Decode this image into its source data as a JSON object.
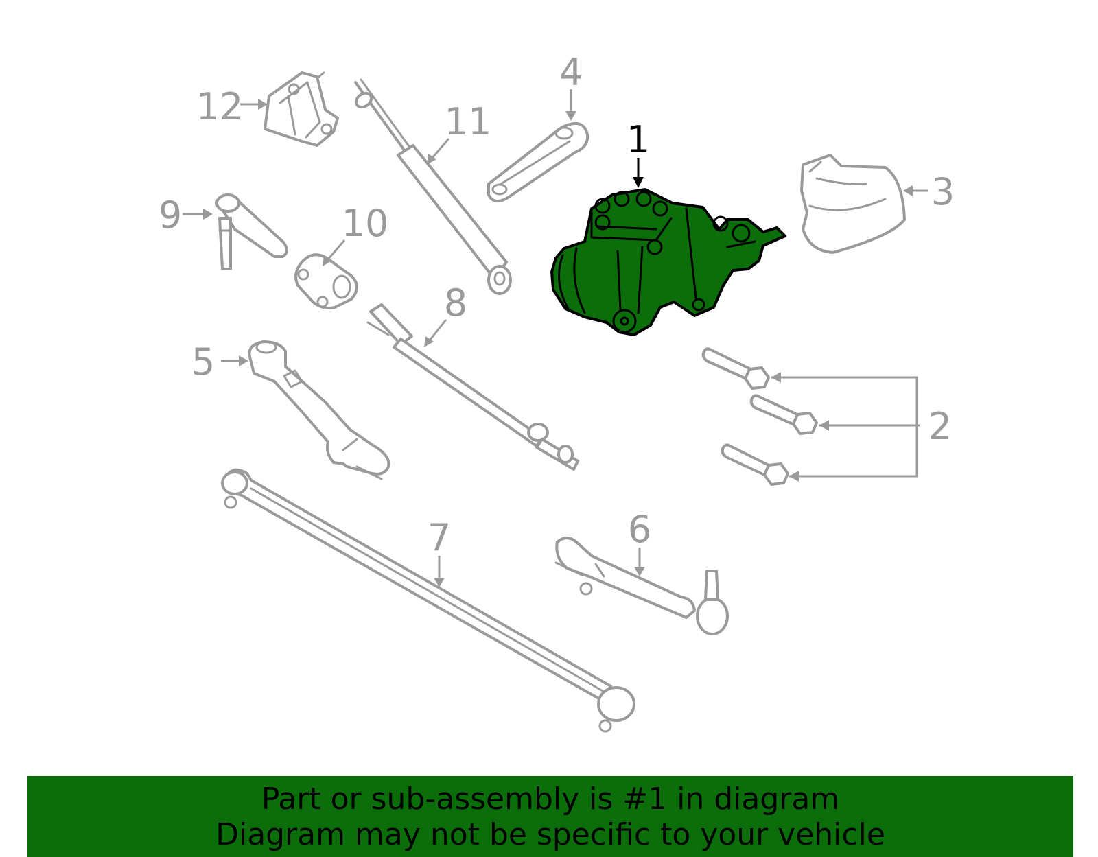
{
  "diagram": {
    "callouts": [
      {
        "id": "1",
        "label": "1",
        "highlighted": true
      },
      {
        "id": "2",
        "label": "2",
        "highlighted": false
      },
      {
        "id": "3",
        "label": "3",
        "highlighted": false
      },
      {
        "id": "4",
        "label": "4",
        "highlighted": false
      },
      {
        "id": "5",
        "label": "5",
        "highlighted": false
      },
      {
        "id": "6",
        "label": "6",
        "highlighted": false
      },
      {
        "id": "7",
        "label": "7",
        "highlighted": false
      },
      {
        "id": "8",
        "label": "8",
        "highlighted": false
      },
      {
        "id": "9",
        "label": "9",
        "highlighted": false
      },
      {
        "id": "10",
        "label": "10",
        "highlighted": false
      },
      {
        "id": "11",
        "label": "11",
        "highlighted": false
      },
      {
        "id": "12",
        "label": "12",
        "highlighted": false
      }
    ],
    "highlight_color": "#0b6e0b",
    "line_color": "#9a9a9a"
  },
  "banner": {
    "line1": "Part or sub-assembly is #1 in diagram",
    "line2": "Diagram may not be specific to your vehicle",
    "background_color": "#0b6e0b"
  }
}
